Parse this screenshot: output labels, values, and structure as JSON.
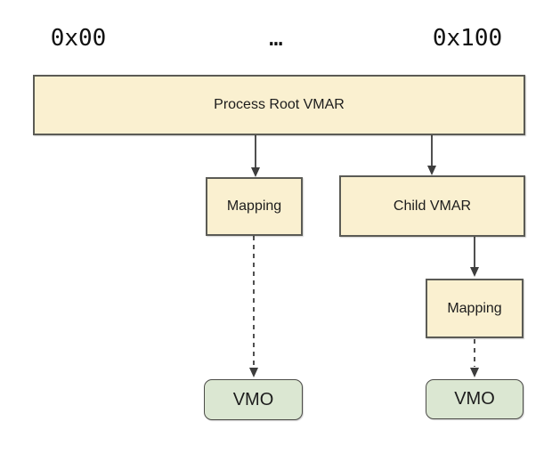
{
  "diagram": {
    "address_labels": [
      {
        "id": "start",
        "text": "0x00"
      },
      {
        "id": "middle",
        "text": "…"
      },
      {
        "id": "end",
        "text": "0x100"
      }
    ],
    "nodes": {
      "root_vmar": {
        "label": "Process Root VMAR",
        "type": "vmar"
      },
      "mapping_left": {
        "label": "Mapping",
        "type": "vmar"
      },
      "child_vmar": {
        "label": "Child VMAR",
        "type": "vmar"
      },
      "mapping_right": {
        "label": "Mapping",
        "type": "vmar"
      },
      "vmo_left": {
        "label": "VMO",
        "type": "vmo"
      },
      "vmo_right": {
        "label": "VMO",
        "type": "vmo"
      }
    },
    "edges": [
      {
        "from": "root_vmar",
        "to": "mapping_left",
        "style": "solid"
      },
      {
        "from": "root_vmar",
        "to": "child_vmar",
        "style": "solid"
      },
      {
        "from": "child_vmar",
        "to": "mapping_right",
        "style": "solid"
      },
      {
        "from": "mapping_left",
        "to": "vmo_left",
        "style": "dashed"
      },
      {
        "from": "mapping_right",
        "to": "vmo_right",
        "style": "dashed"
      }
    ],
    "colors": {
      "background": "#ffffff",
      "vmar_fill": "#faf0d0",
      "vmar_border": "#5b5b55",
      "vmo_fill": "#dbe7d2",
      "vmo_border": "#4c4c48",
      "arrow": "#3d3d3d",
      "text": "#1c1c1c"
    }
  }
}
